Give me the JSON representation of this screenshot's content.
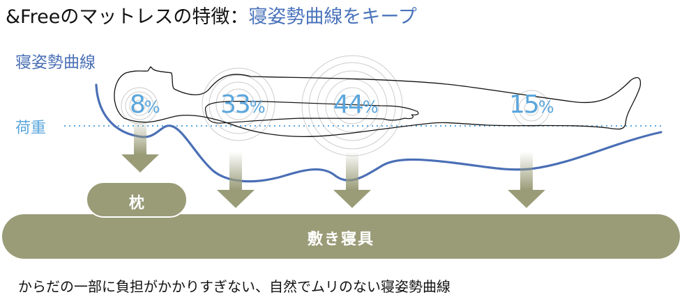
{
  "title": {
    "prefix": "&Freeのマットレスの特徴：",
    "accent": "寝姿勢曲線をキープ"
  },
  "labels": {
    "curve": "寝姿勢曲線",
    "load": "荷重",
    "pillow": "枕",
    "base": "敷き寝具"
  },
  "load_points": [
    {
      "part": "head",
      "value": "8",
      "unit": "%"
    },
    {
      "part": "chest",
      "value": "33",
      "unit": "%"
    },
    {
      "part": "hips",
      "value": "44",
      "unit": "%"
    },
    {
      "part": "legs",
      "value": "15",
      "unit": "%"
    }
  ],
  "caption": "からだの一部に負担がかかりすぎない、自然でムリのない寝姿勢曲線",
  "colors": {
    "olive": "#9a9c78",
    "curve": "#4a6fb5",
    "load": "#5aa6dc",
    "accent": "#4a73bb"
  }
}
